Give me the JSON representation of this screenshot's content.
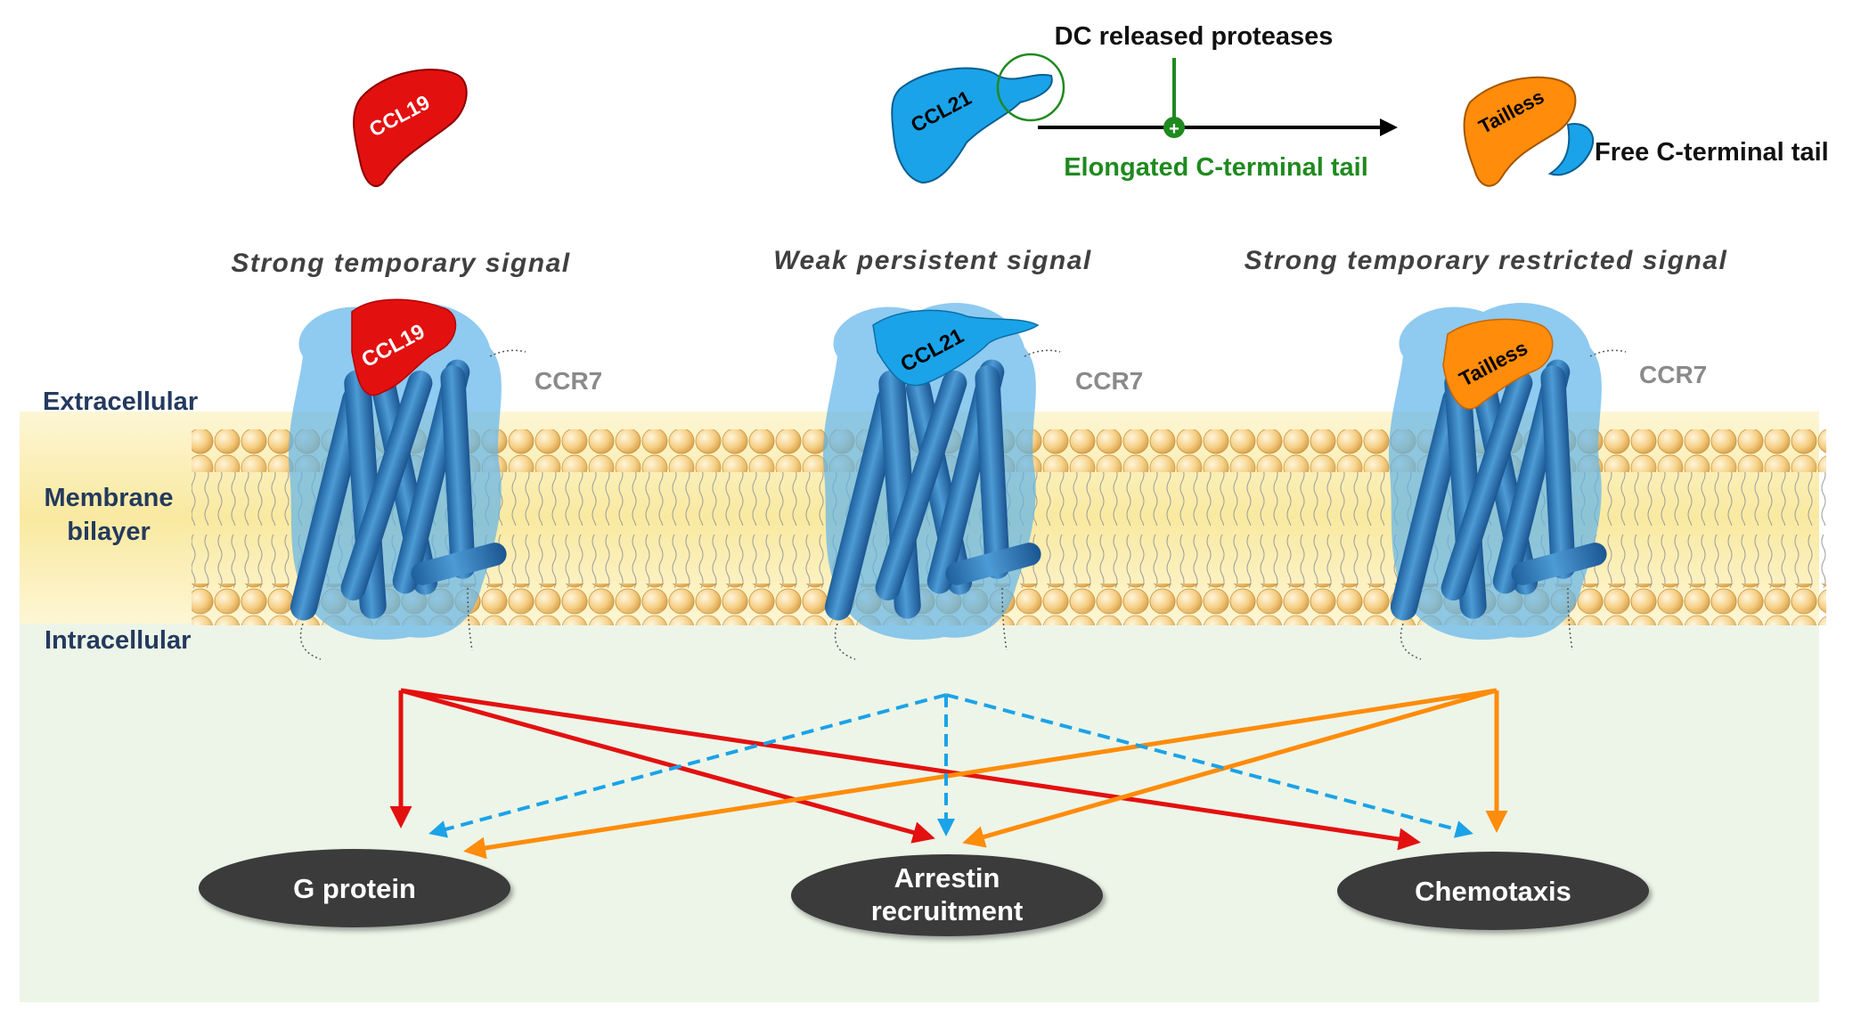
{
  "top": {
    "ccl19_ligand": "CCL19",
    "ccl21_ligand": "CCL21",
    "tailless_ligand": "Tailless",
    "proteases_label": "DC released proteases",
    "elongated_tail_label": "Elongated C-terminal tail",
    "free_tail_label": "Free C-terminal  tail",
    "plus_symbol": "+"
  },
  "signals": [
    {
      "label": "Strong temporary signal"
    },
    {
      "label": "Weak persistent signal"
    },
    {
      "label": "Strong temporary restricted signal"
    }
  ],
  "membrane": {
    "extracellular": "Extracellular",
    "bilayer_line1": "Membrane",
    "bilayer_line2": "bilayer",
    "intracellular": "Intracellular"
  },
  "receptors": [
    {
      "receptor_label": "CCR7",
      "ligand_label": "CCL19",
      "ligand_color": "#e31010"
    },
    {
      "receptor_label": "CCR7",
      "ligand_label": "CCL21",
      "ligand_color": "#1aa3e8"
    },
    {
      "receptor_label": "CCR7",
      "ligand_label": "Tailless",
      "ligand_color": "#ff8c0a"
    }
  ],
  "outcomes": [
    {
      "line1": "G protein",
      "line2": ""
    },
    {
      "line1": "Arrestin",
      "line2": "recruitment"
    },
    {
      "line1": "Chemotaxis",
      "line2": ""
    }
  ],
  "colors": {
    "ccl19": "#e31010",
    "ccl21": "#1aa3e8",
    "tailless": "#ff8c0a",
    "receptor": "#2f7fc0",
    "green": "#1f8a1f",
    "outcome_fill": "#3a3a3a",
    "intracellular_bg": "#edf5e8",
    "membrane_bg": "#fbf1bd"
  }
}
